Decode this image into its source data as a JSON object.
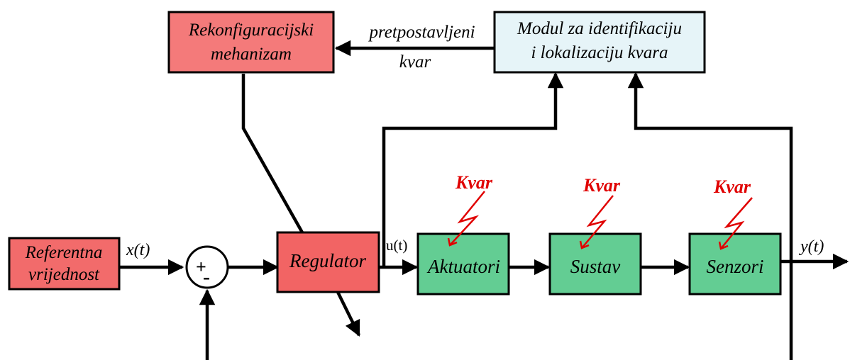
{
  "colors": {
    "reference_fill": "#f26b6b",
    "reconfig_fill": "#f47a7a",
    "regulator_fill": "#f26464",
    "process_fill": "#63cd93",
    "module_fill": "#e6f4f8",
    "fault_red": "#e00000"
  },
  "blocks": {
    "reference": {
      "line1": "Referentna",
      "line2": "vrijednost"
    },
    "reconfig": {
      "line1": "Rekonfiguracijski",
      "line2": "mehanizam"
    },
    "module": {
      "line1": "Modul za identifikaciju",
      "line2": "i lokalizaciju kvara"
    },
    "regulator": "Regulator",
    "actuators": "Aktuatori",
    "system": "Sustav",
    "sensors": "Senzori",
    "summing": {
      "plus": "+",
      "minus": "-"
    }
  },
  "signals": {
    "x": "x(t)",
    "u": "u(t)",
    "y": "y(t)",
    "fault_assumed_line1": "pretpostavljeni",
    "fault_assumed_line2": "kvar"
  },
  "faults": [
    "Kvar",
    "Kvar",
    "Kvar"
  ]
}
